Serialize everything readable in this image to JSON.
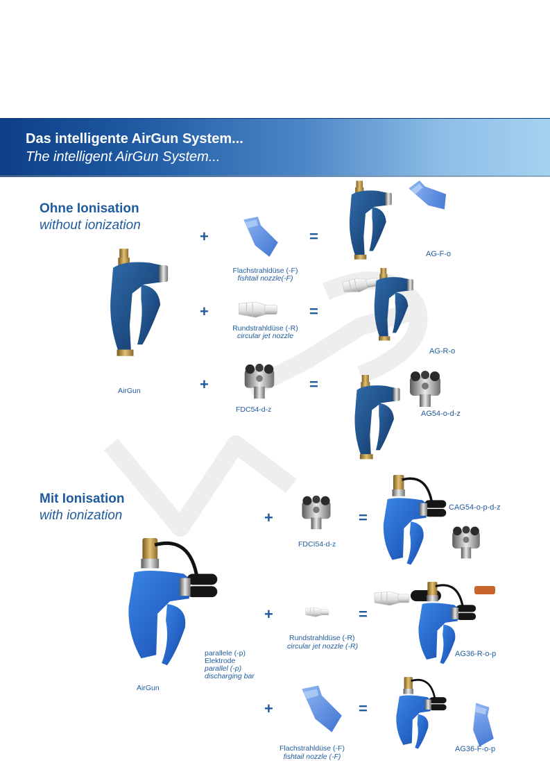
{
  "banner": {
    "title_de": "Das intelligente AirGun System...",
    "title_en": "The intelligent AirGun System..."
  },
  "section1": {
    "heading_de": "Ohne Ionisation",
    "heading_en": "without ionization",
    "base_label": "AirGun",
    "rows": [
      {
        "plus": "+",
        "equals": "=",
        "nozzle_de": "Flachstrahldüse (-F)",
        "nozzle_en": "fishtail nozzle(-F)",
        "result": "AG-F-o"
      },
      {
        "plus": "+",
        "equals": "=",
        "nozzle_de": "Rundstrahldüse (-R)",
        "nozzle_en": "circular jet nozzle",
        "result": "AG-R-o"
      },
      {
        "plus": "+",
        "equals": "=",
        "nozzle_de": "FDC54-d-z",
        "result": "AG54-o-d-z"
      }
    ]
  },
  "section2": {
    "heading_de": "Mit Ionisation",
    "heading_en": "with ionization",
    "base_label": "AirGun",
    "electrode": {
      "line1": "parallele (-p)",
      "line2": "Elektrode",
      "line3": "parallel (-p)",
      "line4": "discharging bar"
    },
    "rows": [
      {
        "plus": "+",
        "equals": "=",
        "nozzle_de": "FDCI54-d-z",
        "result": "CAG54-o-p-d-z"
      },
      {
        "plus": "+",
        "equals": "=",
        "nozzle_de": "Rundstrahldüse (-R)",
        "nozzle_en": "circular jet nozzle (-R)",
        "result": "AG36-R-o-p"
      },
      {
        "plus": "+",
        "equals": "=",
        "nozzle_de": "Flachstrahldüse (-F)",
        "nozzle_en": "fishtail nozzle (-F)",
        "result": "AG36-F-o-p"
      }
    ]
  },
  "colors": {
    "text_blue": "#1e5a9c",
    "gun_blue": "#1f4f86",
    "gun_blue_bright": "#2a6fd0",
    "nozzle_blue": "#5b8fe0",
    "brass": "#b08a3a",
    "banner_dark": "#0d3f86",
    "banner_light": "#a6d2f1"
  },
  "icons": [
    "airgun-image",
    "fishtail-nozzle-image",
    "circular-nozzle-image",
    "fdc-nozzle-image",
    "ionizing-airgun-image",
    "watermark-logo"
  ]
}
